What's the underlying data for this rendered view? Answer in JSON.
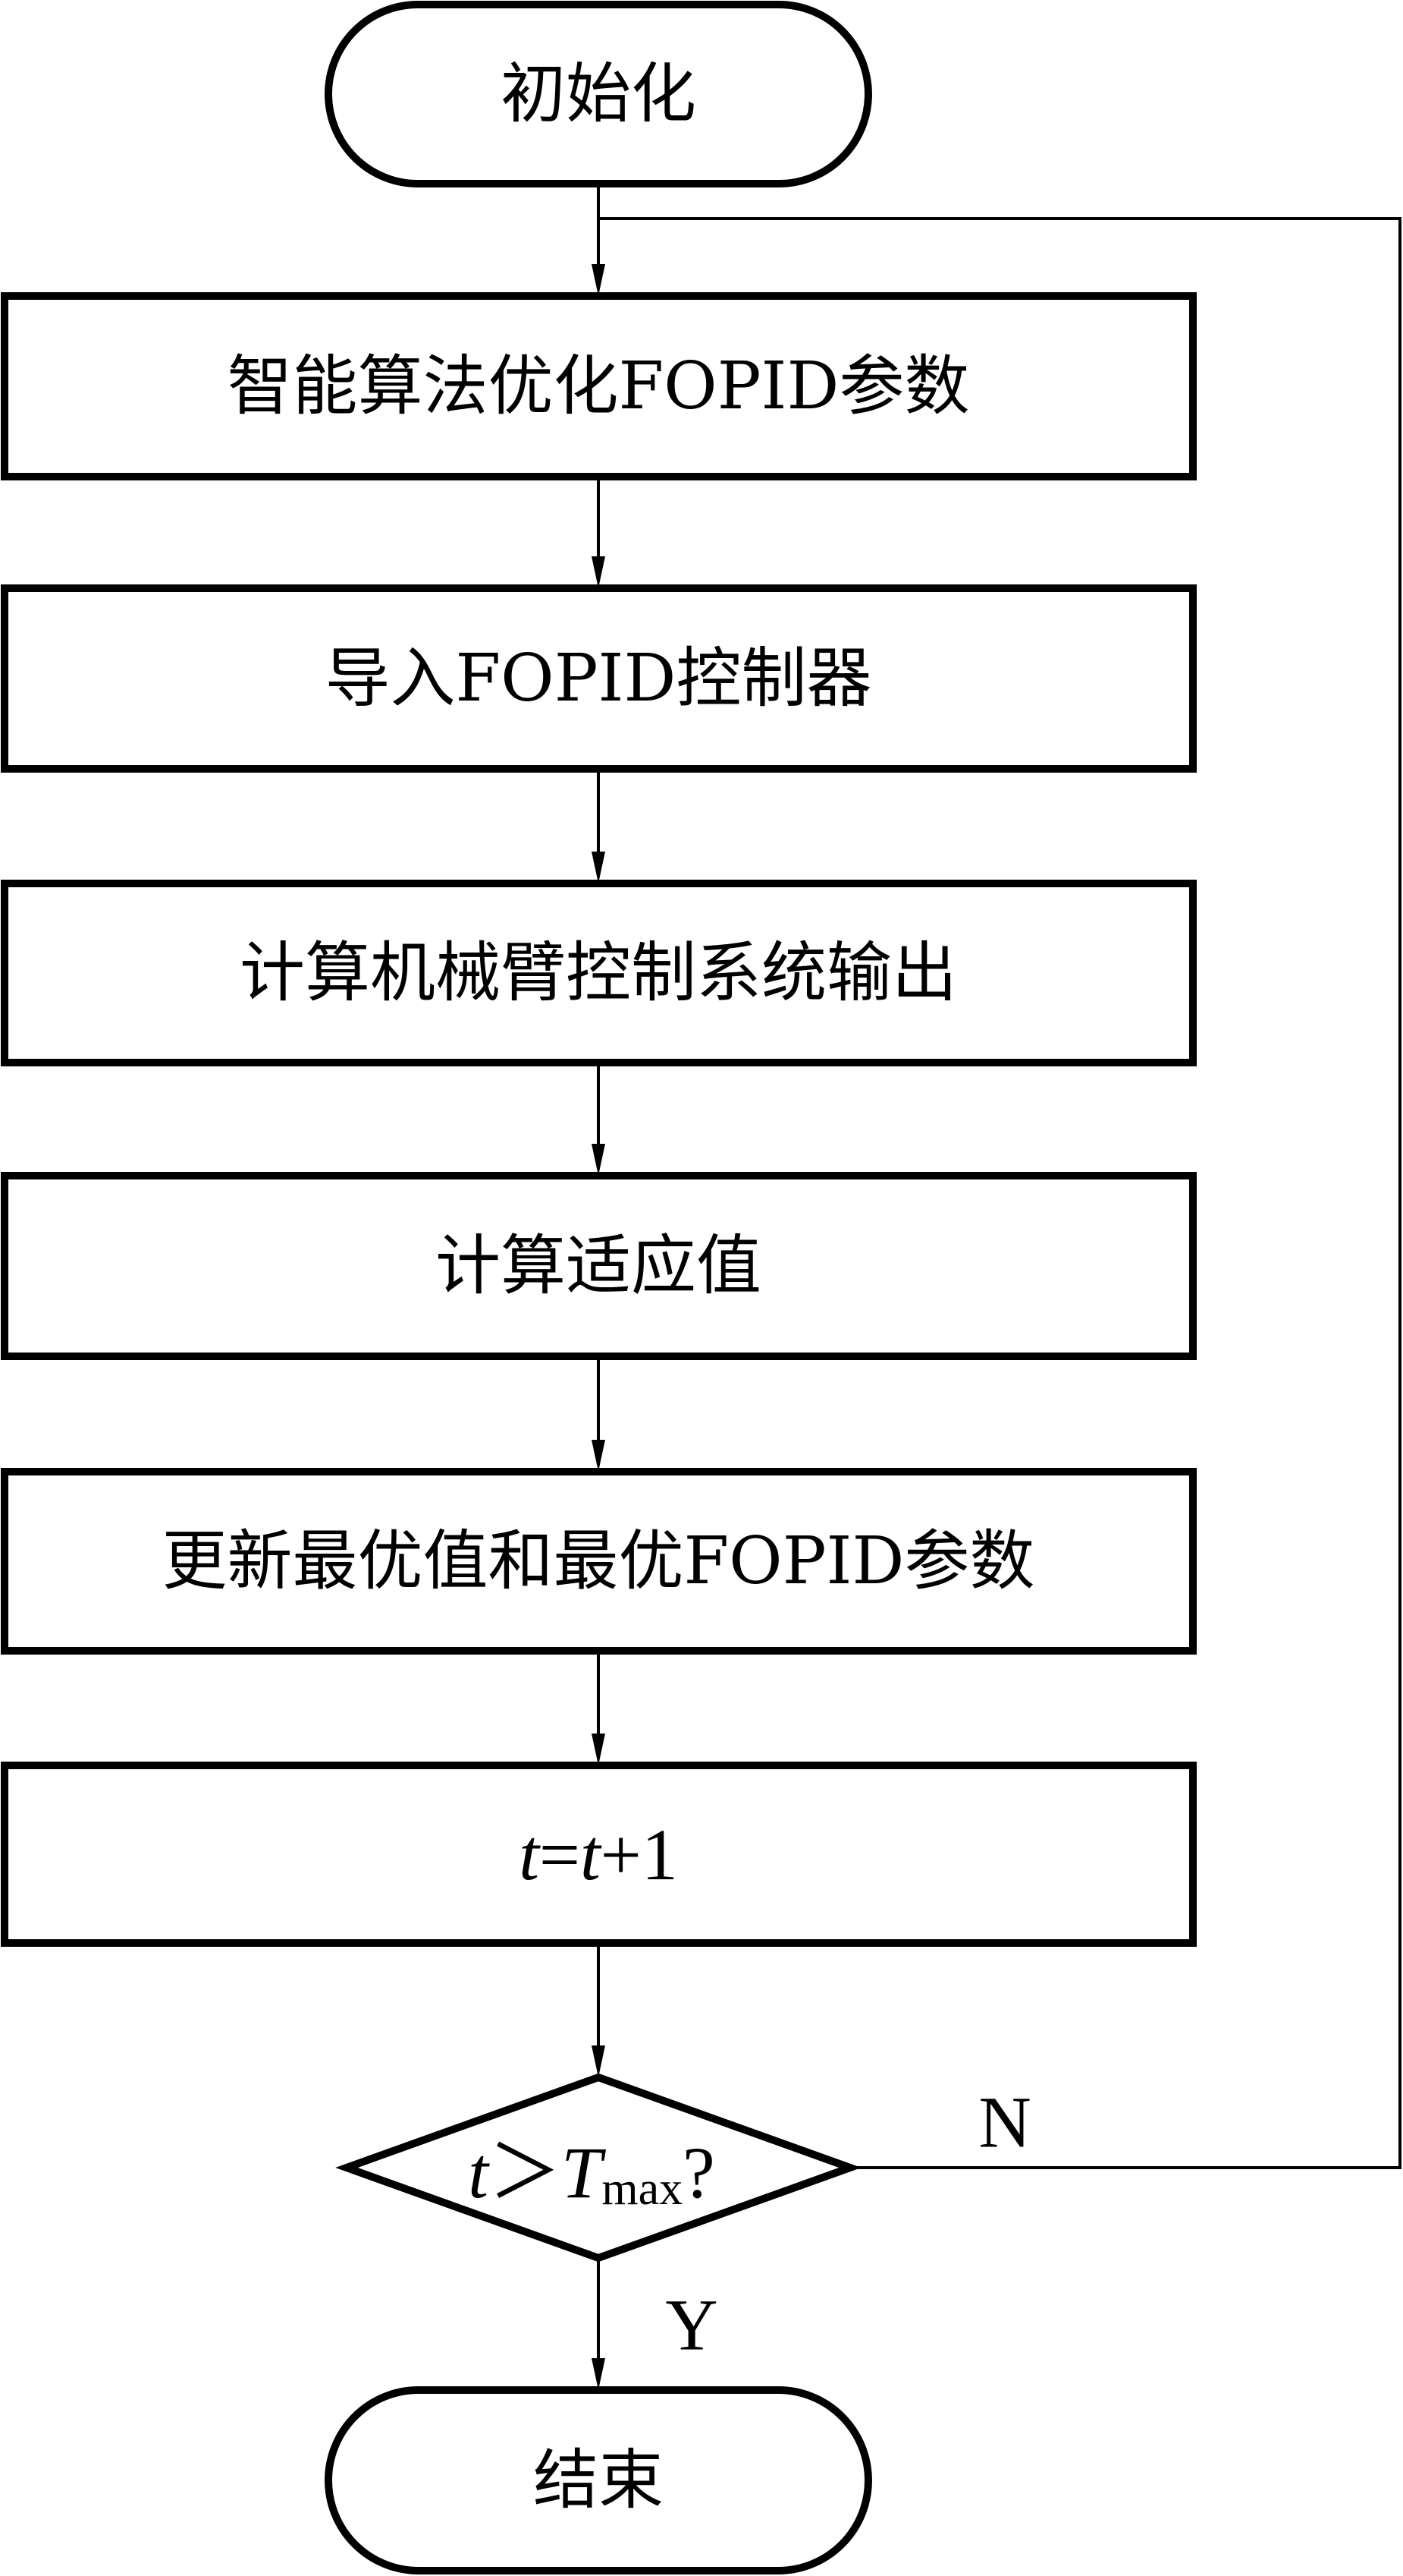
{
  "flowchart": {
    "start": {
      "label": "初始化"
    },
    "steps": [
      {
        "label": "智能算法优化FOPID参数"
      },
      {
        "label": "导入FOPID控制器"
      },
      {
        "label": "计算机械臂控制系统输出"
      },
      {
        "label": "计算适应值"
      },
      {
        "label": "更新最优值和最优FOPID参数"
      },
      {
        "label": "t=t+1",
        "var": "t",
        "eq": "=",
        "var2": "t",
        "rest": "+1"
      }
    ],
    "decision": {
      "var": "t",
      "op": "＞",
      "bound": "T",
      "subscript": "max",
      "suffix": "?"
    },
    "branch_no": "N",
    "branch_yes": "Y",
    "end": {
      "label": "结束"
    }
  }
}
